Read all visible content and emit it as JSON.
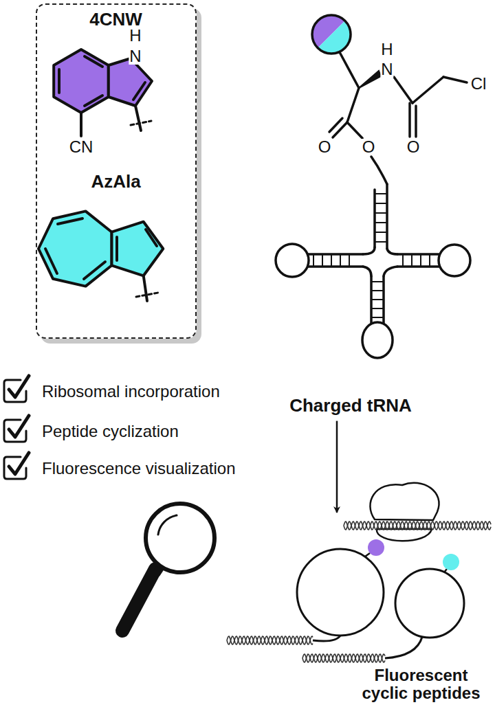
{
  "diagram": {
    "nodes": [
      {
        "text": [
          "4CNW",
          "AzAla"
        ]
      },
      {
        "text": [
          "Charged tRNA"
        ]
      },
      {
        "text": [
          "Fluorescent cyclic peptides"
        ]
      }
    ],
    "edges": [
      {
        "from": 1,
        "to": 2,
        "arrow": "to"
      }
    ],
    "labels": [
      "H",
      "N",
      "CN",
      "H",
      "N",
      "Cl",
      "O",
      "O",
      "O",
      "Ribosomal incorporation",
      "Peptide cyclization",
      "Fluorescence visualization"
    ]
  }
}
